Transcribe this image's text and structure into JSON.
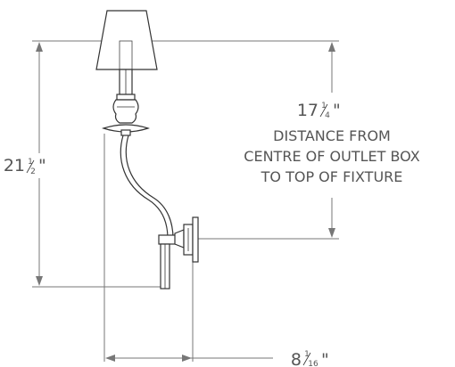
{
  "dimensions": {
    "height": {
      "whole": "21",
      "num": "1",
      "den": "2",
      "unit": "\""
    },
    "top": {
      "whole": "17",
      "num": "1",
      "den": "4",
      "unit": "\""
    },
    "depth": {
      "whole": "8",
      "num": "1",
      "den": "16",
      "unit": "\""
    }
  },
  "note": {
    "line1": "DISTANCE FROM",
    "line2": "CENTRE OF OUTLET BOX",
    "line3": "TO TOP OF FIXTURE"
  }
}
